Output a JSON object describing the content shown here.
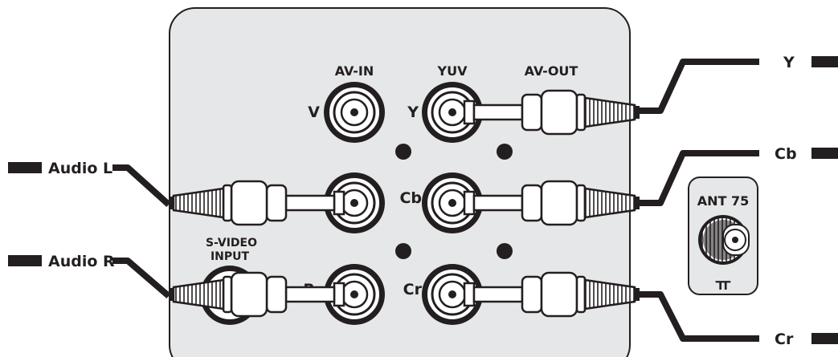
{
  "panel": {
    "headers": {
      "av_in": "AV-IN",
      "yuv": "YUV",
      "av_out": "AV-OUT"
    },
    "jack_labels": {
      "v": "V",
      "y": "Y",
      "cb": "Cb",
      "cr": "Cr",
      "r_partial": "R"
    },
    "svideo": {
      "line1": "S-VIDEO",
      "line2": "INPUT"
    }
  },
  "antenna": {
    "label": "ANT 75",
    "symbol": "ㅠ"
  },
  "cables": {
    "left": [
      "Audio L",
      "Audio R"
    ],
    "right": [
      "Y",
      "Cb",
      "Cr"
    ]
  },
  "colors": {
    "panel_fill": "#e6e7e8",
    "outline": "#231f20",
    "white": "#ffffff"
  }
}
